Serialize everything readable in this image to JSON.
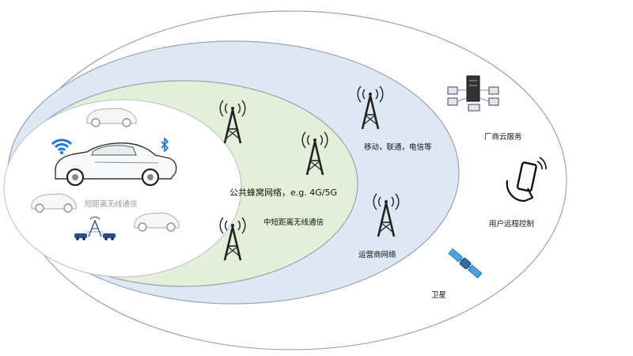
{
  "labels": {
    "short_range": "短距离无线通信",
    "cellular": "公共蜂窝网络，e.g. 4G/5G",
    "mid_short_range": "中短距离无线通信",
    "carriers": "移动，联通，电信等",
    "operator_network": "运营商网络",
    "oem_cloud": "厂商云服务",
    "remote_control": "用户远程控制",
    "satellite": "卫星"
  },
  "colors": {
    "outer_ring": "#ffffff",
    "operator_ring": "#dde8f4",
    "cellular_ring": "#e4efd9",
    "inner_zone": "#ffffff",
    "outline": "#9aa3ad",
    "wifi": "#1f77e0",
    "bluetooth": "#1f77e0",
    "satellite": "#4aa3e0",
    "icon_dark": "#222222"
  },
  "icons": [
    "wifi-icon",
    "bluetooth-icon",
    "car-icon",
    "cell-tower-icon",
    "server-icon",
    "phone-hand-icon",
    "satellite-icon",
    "v2v-icon"
  ]
}
